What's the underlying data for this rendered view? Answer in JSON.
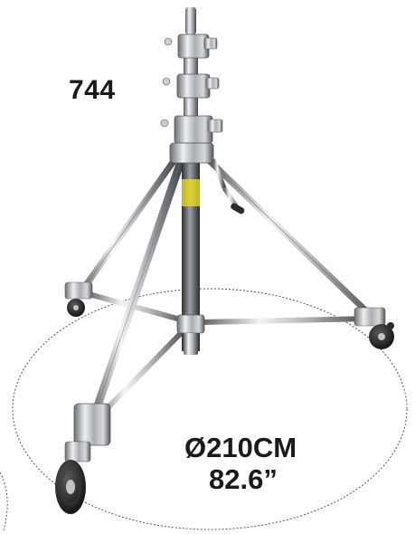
{
  "product": {
    "model_number": "744",
    "diameter_metric": "Ø210CM",
    "diameter_imperial": "82.6”"
  },
  "colors": {
    "background": "#ffffff",
    "text": "#1a1a1a",
    "chrome_light": "#e8eaec",
    "chrome_mid": "#9da1a6",
    "chrome_dark": "#4a4d52",
    "yellow_band": "#f2e21a",
    "wheel_rubber": "#2b2b2b",
    "outline_dashed": "#555555"
  },
  "icons": [
    "light-stand-image",
    "wheel-icon",
    "crank-handle-icon",
    "diameter-outline-icon"
  ]
}
